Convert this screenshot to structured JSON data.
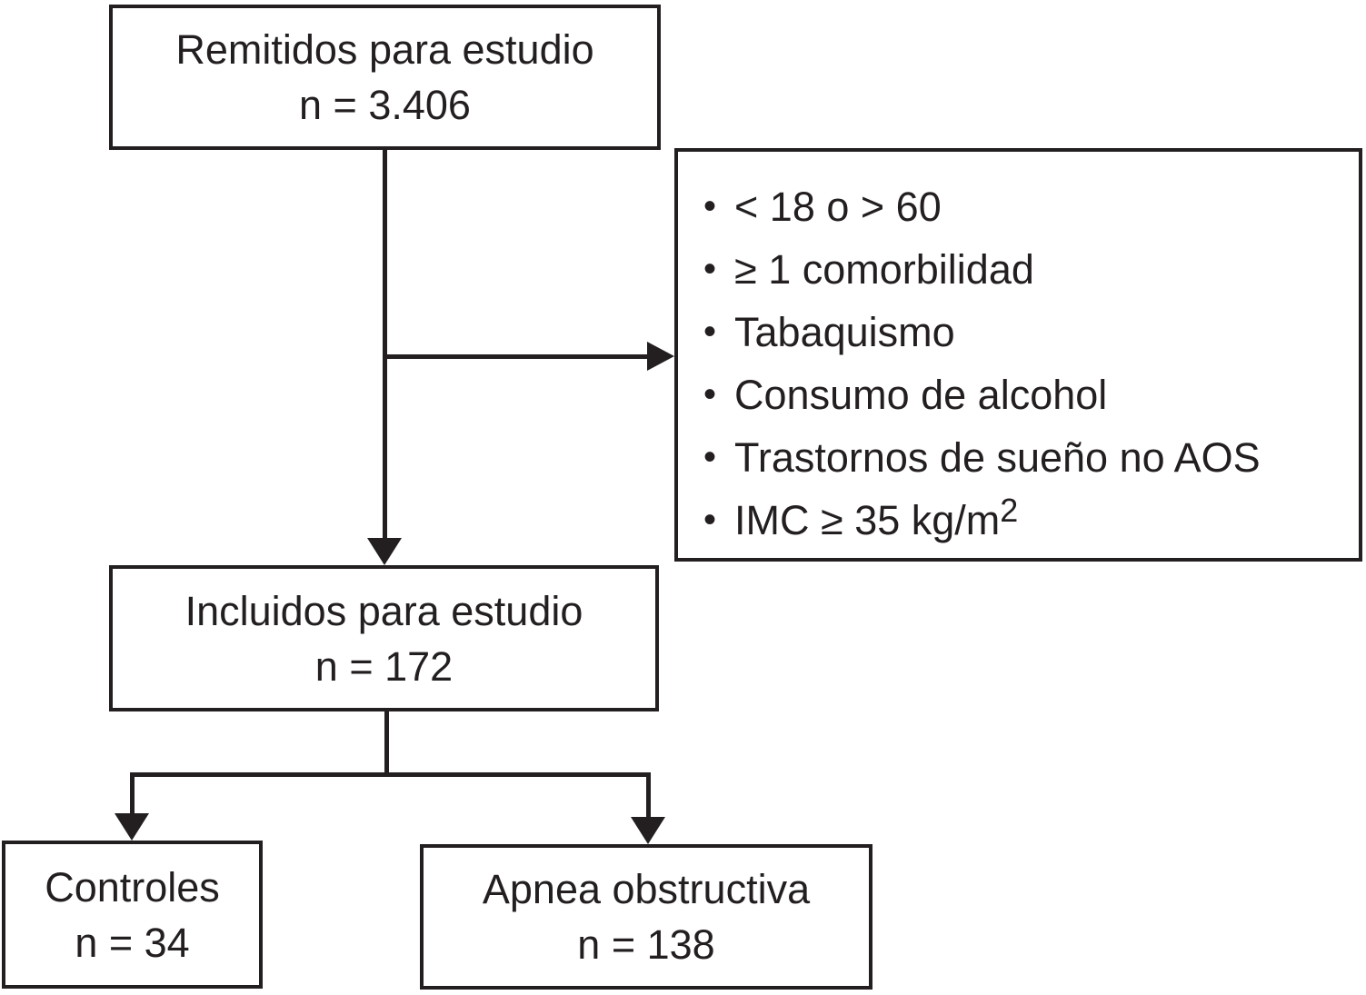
{
  "colors": {
    "ink": "#231f20",
    "background": "#ffffff"
  },
  "bullet": "•",
  "boxes": {
    "referred": {
      "line1": "Remitidos para estudio",
      "line2": "n = 3.406"
    },
    "included": {
      "line1": "Incluidos para estudio",
      "line2": "n = 172"
    },
    "controls": {
      "line1": "Controles",
      "line2": "n = 34"
    },
    "apnea": {
      "line1": "Apnea obstructiva",
      "line2": "n = 138"
    },
    "exclusion": {
      "items": [
        {
          "text": "< 18 o > 60",
          "sup": ""
        },
        {
          "text": "≥ 1 comorbilidad",
          "sup": ""
        },
        {
          "text": "Tabaquismo",
          "sup": ""
        },
        {
          "text": "Consumo de alcohol",
          "sup": ""
        },
        {
          "text": "Trastornos de sueño no AOS",
          "sup": ""
        },
        {
          "text": "IMC ≥ 35 kg/m",
          "sup": "2"
        }
      ]
    }
  }
}
